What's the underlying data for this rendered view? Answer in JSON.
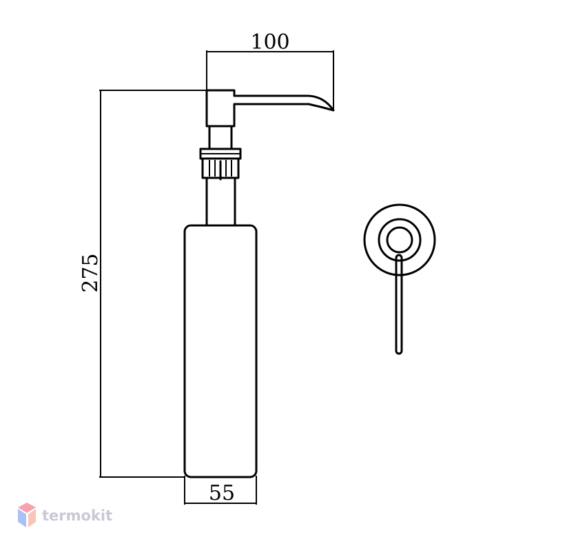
{
  "dimensions": {
    "width_top": "100",
    "height": "275",
    "width_bottom": "55"
  },
  "watermark": {
    "text": "termokit",
    "text_color": "#c9c9d6",
    "logo_colors": [
      "#f6a2b0",
      "#a9c2f4",
      "#f8c6b8",
      "#b6cdf8"
    ]
  },
  "line_color": "#000000"
}
